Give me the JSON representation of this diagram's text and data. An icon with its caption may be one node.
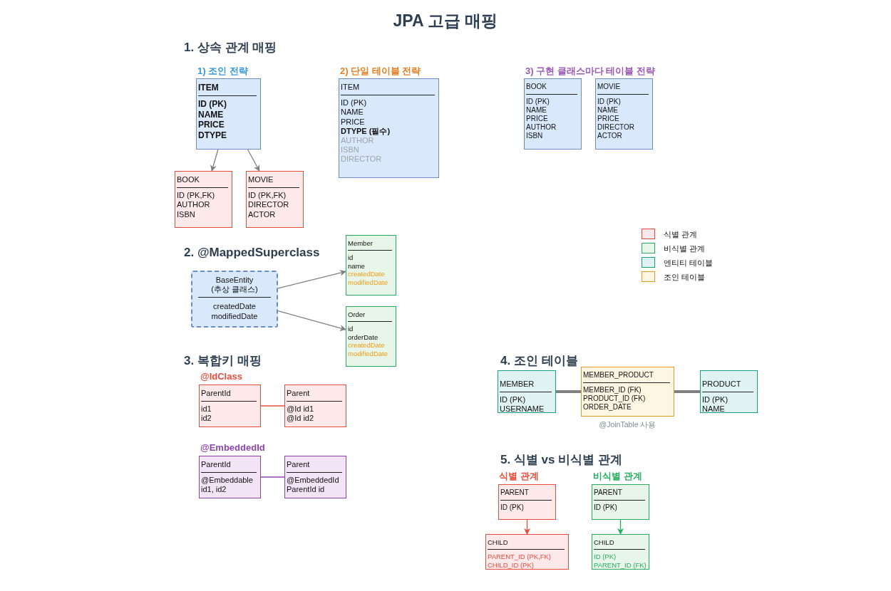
{
  "diagram": {
    "title": "JPA 고급 매핑",
    "nodes": [
      {
        "text": [
          "ITEM",
          "ID (PK)",
          "NAME",
          "PRICE",
          "DTYPE"
        ]
      },
      {
        "text": [
          "BOOK",
          "ID (PK,FK)",
          "AUTHOR",
          "ISBN"
        ]
      },
      {
        "text": [
          "MOVIE",
          "ID (PK,FK)",
          "DIRECTOR",
          "ACTOR"
        ]
      },
      {
        "text": [
          "ITEM",
          "ID (PK)",
          "NAME",
          "PRICE",
          "DTYPE (필수)",
          "AUTHOR",
          "ISBN",
          "DIRECTOR"
        ]
      },
      {
        "text": [
          "BOOK",
          "ID (PK)",
          "NAME",
          "PRICE",
          "AUTHOR",
          "ISBN"
        ]
      },
      {
        "text": [
          "MOVIE",
          "ID (PK)",
          "NAME",
          "PRICE",
          "DIRECTOR",
          "ACTOR"
        ]
      },
      {
        "text": [
          "BaseEntity (추상 클래스)",
          "createdDate",
          "modifiedDate"
        ]
      },
      {
        "text": [
          "Member",
          "id",
          "name",
          "createdDate",
          "modifiedDate"
        ]
      },
      {
        "text": [
          "Order",
          "id",
          "orderDate",
          "createdDate",
          "modifiedDate"
        ]
      },
      {
        "text": [
          "ParentId",
          "id1",
          "id2"
        ]
      },
      {
        "text": [
          "Parent",
          "@Id id1",
          "@Id id2"
        ]
      },
      {
        "text": [
          "ParentId",
          "@Embeddable",
          "id1, id2"
        ]
      },
      {
        "text": [
          "Parent",
          "@EmbeddedId",
          "ParentId id"
        ]
      },
      {
        "text": [
          "MEMBER",
          "ID (PK)",
          "USERNAME"
        ]
      },
      {
        "text": [
          "MEMBER_PRODUCT",
          "MEMBER_ID (FK)",
          "PRODUCT_ID (FK)",
          "ORDER_DATE"
        ],
        "beside": [
          "@JoinTable 사용"
        ]
      },
      {
        "text": [
          "PRODUCT",
          "ID (PK)",
          "NAME"
        ]
      },
      {
        "text": [
          "PARENT",
          "ID (PK)"
        ]
      },
      {
        "text": [
          "CHILD",
          "PARENT_ID (PK,FK)",
          "CHILD_ID (PK)"
        ]
      },
      {
        "text": [
          "PARENT",
          "ID (PK)"
        ]
      },
      {
        "text": [
          "CHILD",
          "ID (PK)",
          "PARENT_ID (FK)"
        ]
      }
    ],
    "edges": [
      {
        "from": 0,
        "to": 1,
        "arrow": "to"
      },
      {
        "from": 0,
        "to": 2,
        "arrow": "to"
      },
      {
        "from": 6,
        "to": 7,
        "arrow": "to"
      },
      {
        "from": 6,
        "to": 8,
        "arrow": "to"
      },
      {
        "from": 9,
        "to": 10,
        "arrow": "none",
        "color": "#e74c3c"
      },
      {
        "from": 11,
        "to": 12,
        "arrow": "none",
        "color": "#8e44ad"
      },
      {
        "from": 13,
        "to": 14,
        "arrow": "none",
        "style": "thick"
      },
      {
        "from": 14,
        "to": 15,
        "arrow": "none",
        "style": "thick"
      },
      {
        "from": 16,
        "to": 17,
        "arrow": "to",
        "color": "#e74c3c"
      },
      {
        "from": 18,
        "to": 19,
        "arrow": "to",
        "color": "#27ae60"
      }
    ],
    "labels": [
      "1. 상속 관계 매핑",
      "1) 조인 전략",
      "2) 단일 테이블 전략",
      "3) 구현 클래스마다 테이블 전략",
      "2. @MappedSuperclass",
      "3. 복합키 매핑",
      "@IdClass",
      "@EmbeddedId",
      "4. 조인 테이블",
      "5. 식별 vs 비식별 관계",
      "식별 관계",
      "비식별 관계"
    ],
    "legend": [
      {
        "text": "식별 관계",
        "color": "#fde9ea"
      },
      {
        "text": "비식별 관계",
        "color": "#e8f5e9"
      },
      {
        "text": "엔티티 테이블",
        "color": "#e0f2f1"
      },
      {
        "text": "조인 테이블",
        "color": "#fdf6e3"
      }
    ]
  }
}
